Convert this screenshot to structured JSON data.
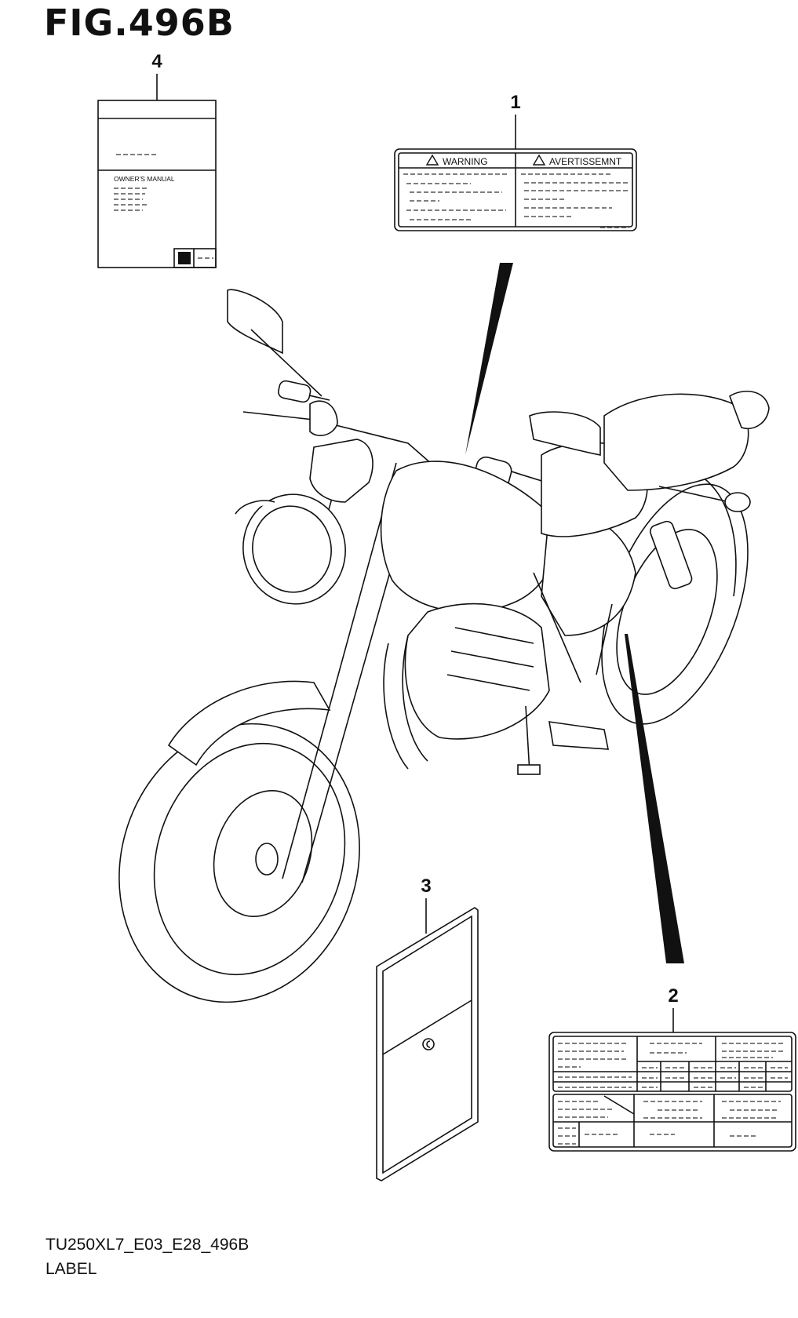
{
  "figure": {
    "title": "FIG.496B",
    "code": "TU250XL7_E03_E28_496B",
    "name": "LABEL"
  },
  "callouts": [
    {
      "number": "1"
    },
    {
      "number": "2"
    },
    {
      "number": "3"
    },
    {
      "number": "4"
    }
  ],
  "label1": {
    "left_heading": "WARNING",
    "right_heading": "AVERTISSEMNT"
  },
  "manual": {
    "text": "OWNER'S MANUAL"
  }
}
